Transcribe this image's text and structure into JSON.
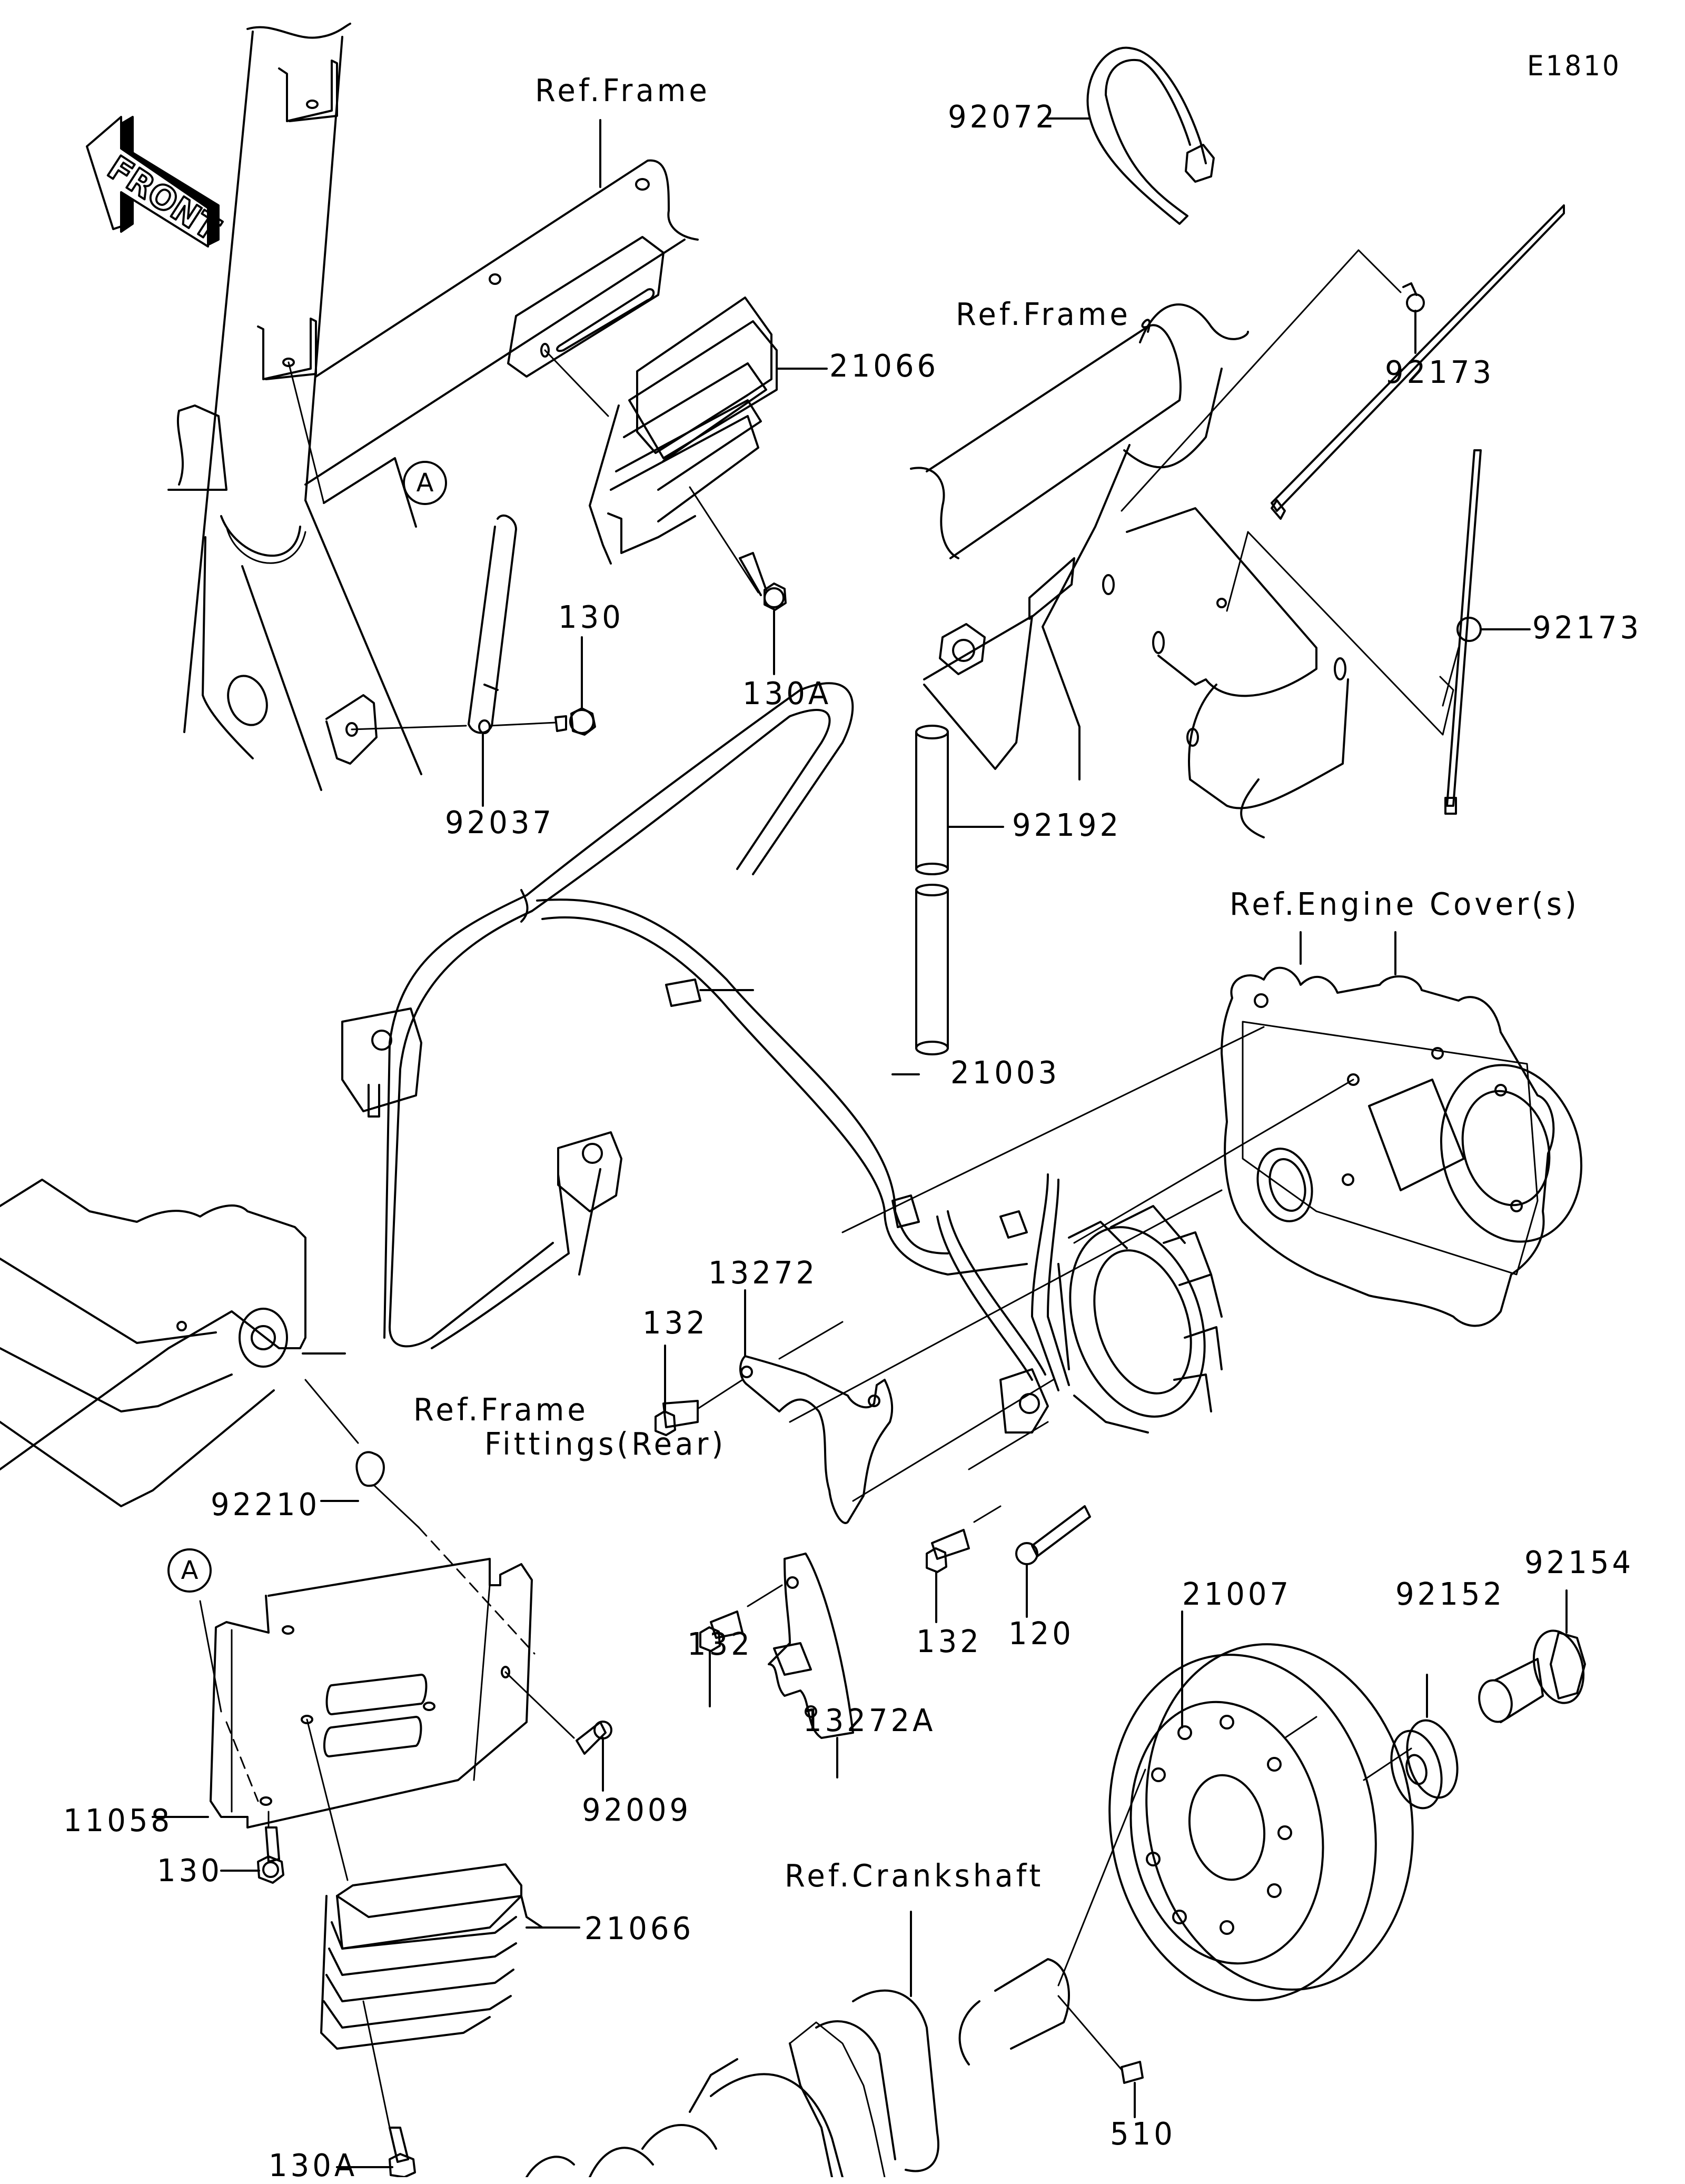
{
  "diagram": {
    "id": "E1810",
    "type": "exploded parts diagram",
    "subject": "Generator / electrical assembly",
    "direction_indicator": "FRONT",
    "reference_markers": [
      "A",
      "A"
    ],
    "reference_labels": {
      "frame_top": "Ref.Frame",
      "frame_right": "Ref.Frame",
      "frame_fittings_line1": "Ref.Frame",
      "frame_fittings_line2": "Fittings(Rear)",
      "engine_cover": "Ref.Engine Cover(s)",
      "crankshaft": "Ref.Crankshaft"
    },
    "parts": {
      "p92072": "92072",
      "p21066_top": "21066",
      "p92173_upper": "92173",
      "p92173_right": "92173",
      "p130_top": "130",
      "p130A_top": "130A",
      "p92037": "92037",
      "p92192": "92192",
      "p21003": "21003",
      "p13272": "13272",
      "p132_a": "132",
      "p92210": "92210",
      "p11058": "11058",
      "p92009": "92009",
      "p132_b": "132",
      "p13272A": "13272A",
      "p132_c": "132",
      "p120": "120",
      "p21007": "21007",
      "p92152": "92152",
      "p92154": "92154",
      "p130_bottom": "130",
      "p21066_bottom": "21066",
      "p130A_bottom": "130A",
      "p510": "510"
    }
  }
}
